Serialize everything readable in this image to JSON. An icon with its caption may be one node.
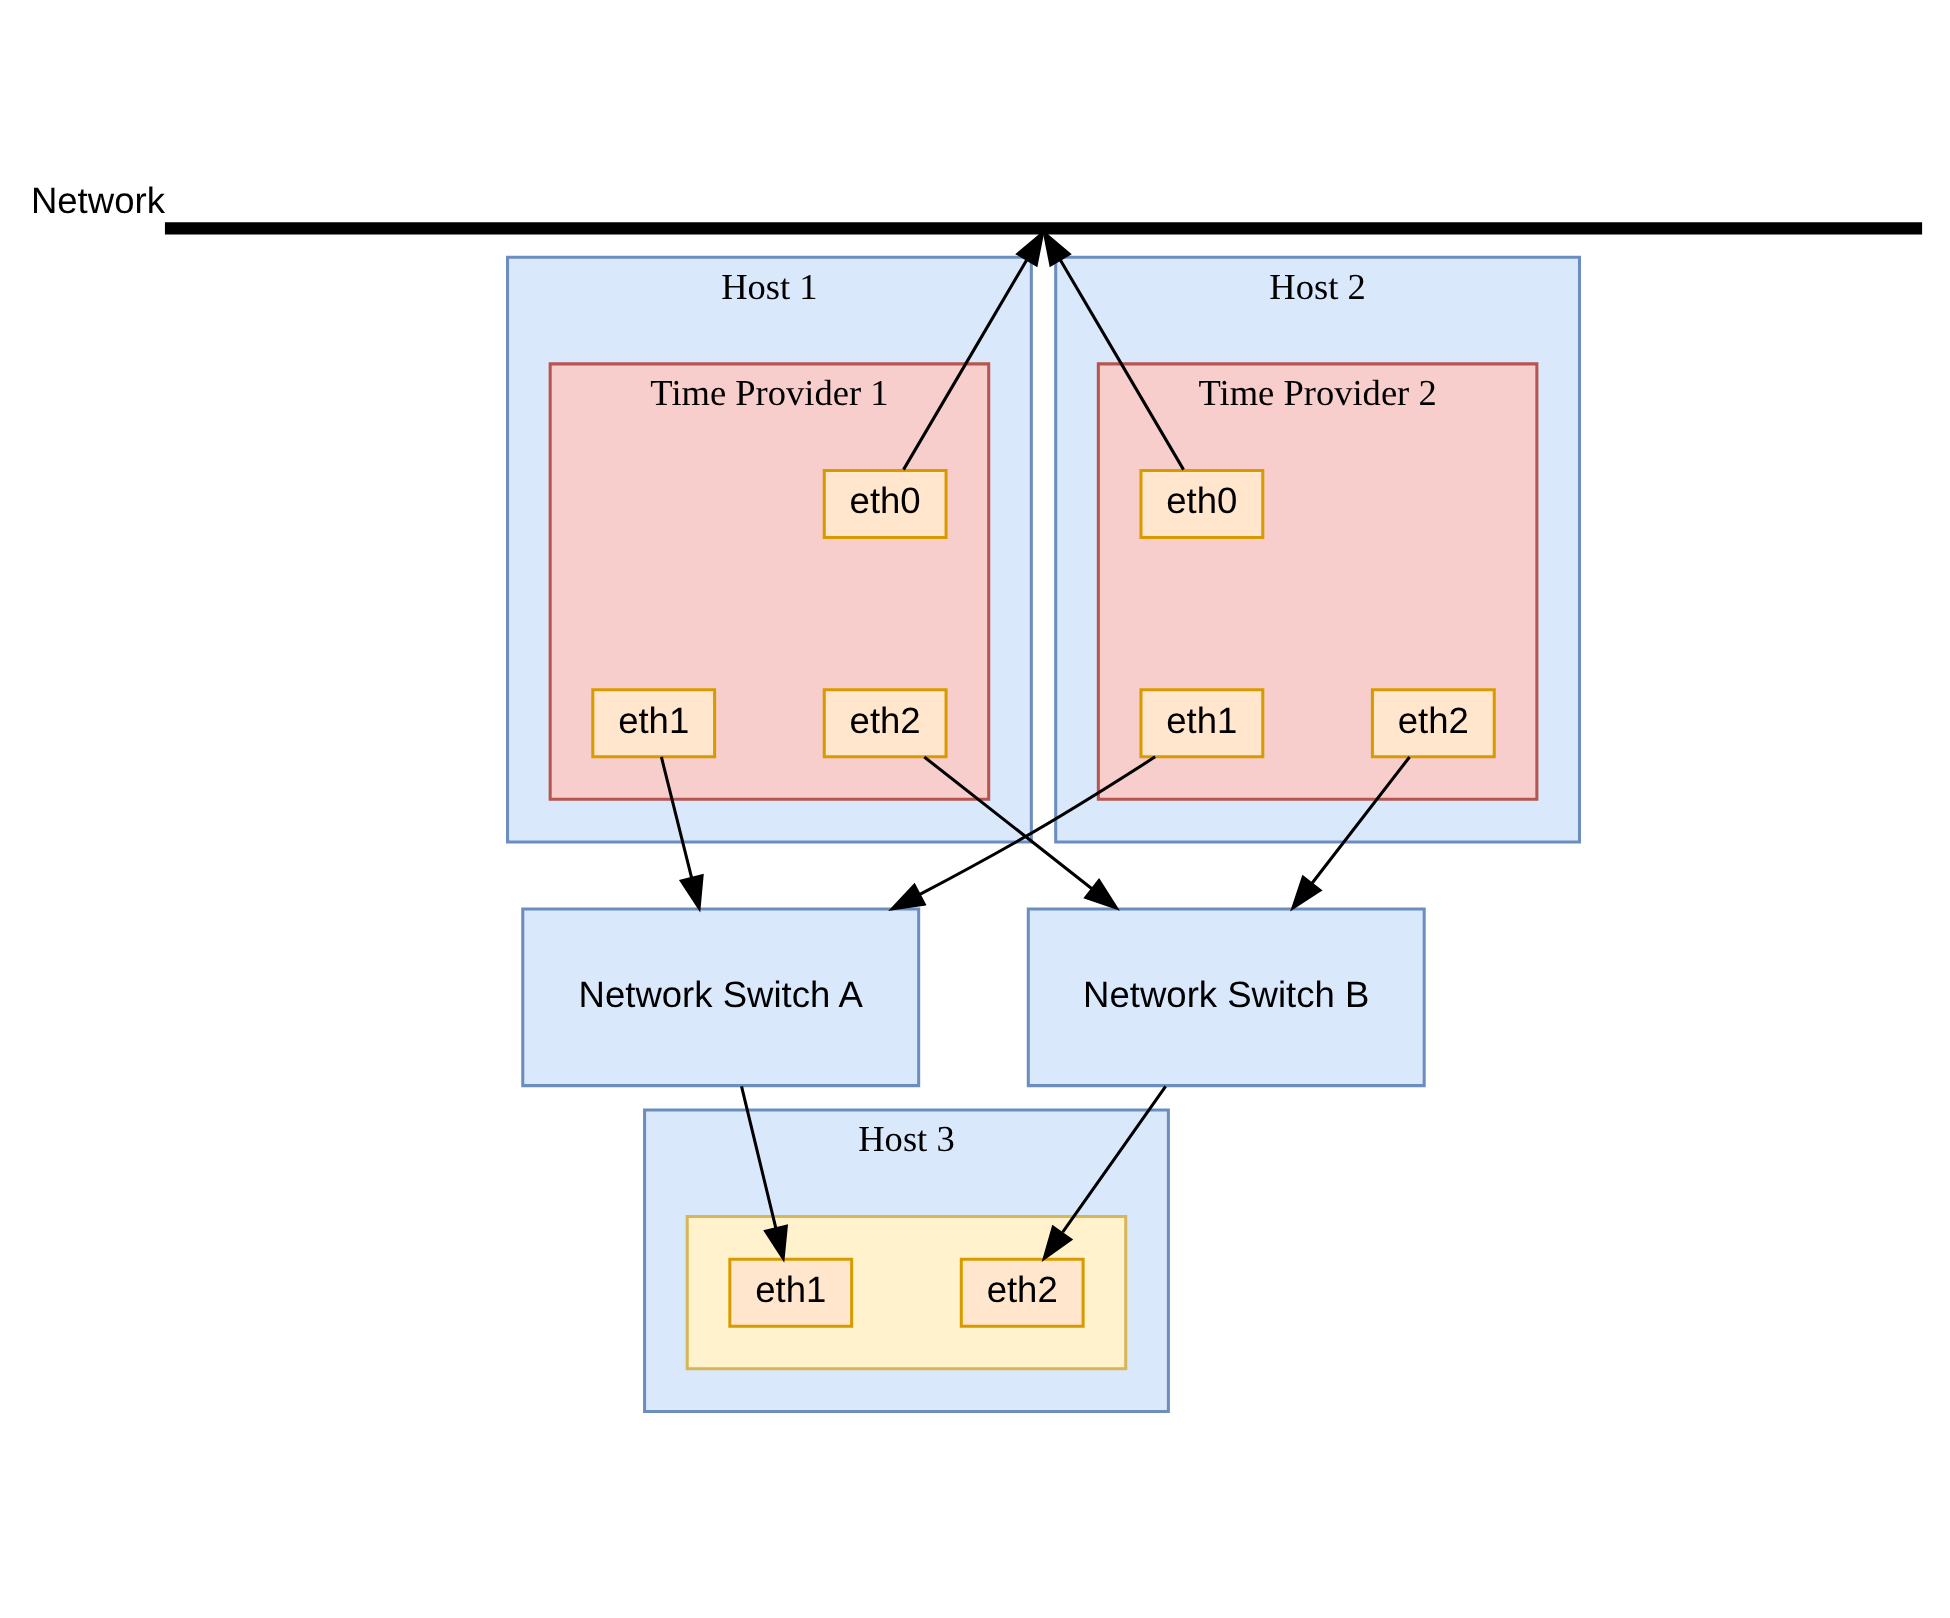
{
  "diagram": {
    "nodes": [
      {
        "text": [],
        "shape": "bar",
        "beside": [
          "Network"
        ]
      },
      {
        "text": [
          "Host 1"
        ]
      },
      {
        "text": [
          "Time Provider 1"
        ],
        "in": 1
      },
      {
        "text": [
          "eth0"
        ],
        "in": 2
      },
      {
        "text": [
          "eth1"
        ],
        "in": 2
      },
      {
        "text": [
          "eth2"
        ],
        "in": 2
      },
      {
        "text": [
          "Host 2"
        ]
      },
      {
        "text": [
          "Time Provider 2"
        ],
        "in": 6
      },
      {
        "text": [
          "eth0"
        ],
        "in": 7
      },
      {
        "text": [
          "eth1"
        ],
        "in": 7
      },
      {
        "text": [
          "eth2"
        ],
        "in": 7
      },
      {
        "text": [
          "Network Switch A"
        ]
      },
      {
        "text": [
          "Network Switch B"
        ]
      },
      {
        "text": [
          "Host 3"
        ]
      },
      {
        "text": [],
        "shape": "box",
        "in": 13
      },
      {
        "text": [
          "eth1"
        ],
        "in": 14
      },
      {
        "text": [
          "eth2"
        ],
        "in": 14
      }
    ],
    "edges": [
      {
        "from": 3,
        "to": 0,
        "arrow": "to"
      },
      {
        "from": 8,
        "to": 0,
        "arrow": "to"
      },
      {
        "from": 4,
        "to": 11,
        "arrow": "to"
      },
      {
        "from": 9,
        "to": 11,
        "arrow": "to"
      },
      {
        "from": 5,
        "to": 12,
        "arrow": "to"
      },
      {
        "from": 10,
        "to": 12,
        "arrow": "to"
      },
      {
        "from": 11,
        "to": 15,
        "arrow": "to"
      },
      {
        "from": 12,
        "to": 16,
        "arrow": "to"
      }
    ]
  }
}
